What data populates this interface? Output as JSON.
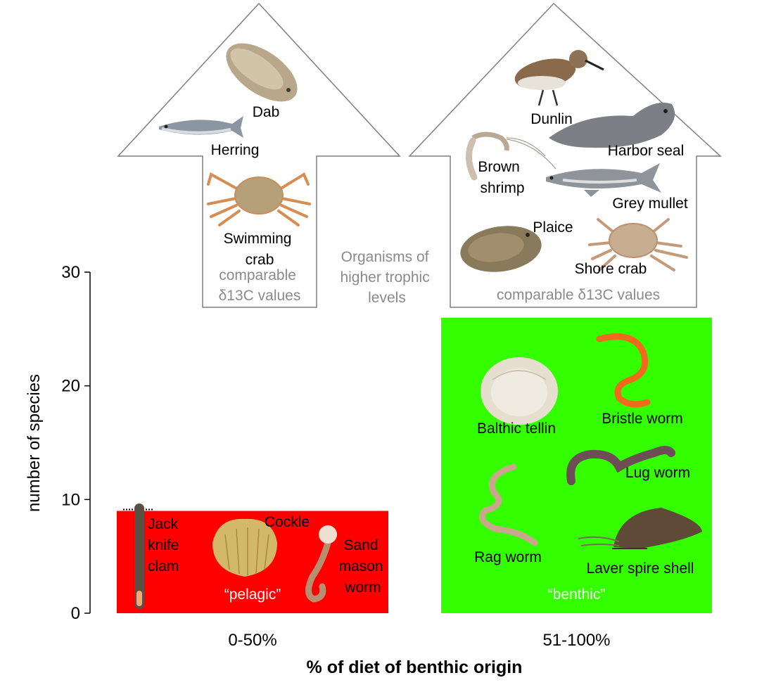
{
  "chart_data": {
    "type": "bar",
    "categories": [
      "0-50%",
      "51-100%"
    ],
    "values": [
      9,
      26
    ],
    "ylim": [
      0,
      30
    ],
    "yticks": [
      0,
      10,
      20,
      30
    ],
    "xlabel": "% of diet of benthic origin",
    "ylabel": "number of species",
    "grid": false,
    "bar_colors": [
      "#ff0000",
      "#33ff00"
    ],
    "bar_labels": [
      "“pelagic”",
      "“benthic”"
    ],
    "annotations": {
      "center": "Organisms of higher trophic levels",
      "left_arrow_note": "comparable δ13C values",
      "right_arrow_note": "comparable δ13C values"
    },
    "pelagic_bar_species": [
      "Jack knife clam",
      "Cockle",
      "Sand mason worm"
    ],
    "benthic_bar_species": [
      "Balthic tellin",
      "Bristle worm",
      "Lug worm",
      "Rag worm",
      "Laver spire shell"
    ],
    "left_arrow_species": [
      "Dab",
      "Herring",
      "Swimming crab"
    ],
    "right_arrow_species": [
      "Dunlin",
      "Harbor seal",
      "Brown shrimp",
      "Grey mullet",
      "Plaice",
      "Shore crab"
    ]
  },
  "labels": {
    "jack": [
      "Jack",
      "knife",
      "clam"
    ],
    "cockle": "Cockle",
    "sand": [
      "Sand",
      "mason",
      "worm"
    ],
    "tellin": "Balthic tellin",
    "bristle": "Bristle worm",
    "lug": "Lug worm",
    "rag": "Rag worm",
    "laver": "Laver spire shell",
    "dab": "Dab",
    "herring": "Herring",
    "swim": [
      "Swimming",
      "crab"
    ],
    "dunlin": "Dunlin",
    "seal": "Harbor seal",
    "shrimp": [
      "Brown",
      "shrimp"
    ],
    "mullet": "Grey mullet",
    "plaice": "Plaice",
    "shore": "Shore crab",
    "center": [
      "Organisms of",
      "higher trophic",
      "levels"
    ],
    "leftNote": [
      "comparable",
      "δ13C values"
    ],
    "rightNote": "comparable δ13C values"
  },
  "colors": {
    "pelagic": "#ff0000",
    "benthic": "#33ff00",
    "arrow_stroke": "#7f7f7f",
    "note_text": "#8a8a8a"
  }
}
